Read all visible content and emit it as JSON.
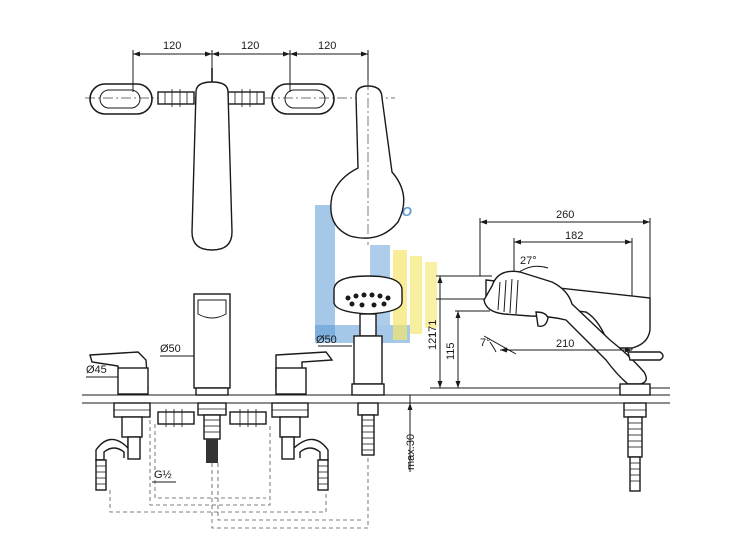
{
  "watermark": {
    "text": "LÀ HÀO",
    "colors": {
      "blue": "#5b9bd5",
      "yellow": "#f5e66a"
    }
  },
  "dimensions": {
    "top_120_a": "120",
    "top_120_b": "120",
    "top_120_c": "120",
    "side_260": "260",
    "side_182": "182",
    "angle_27": "27°",
    "angle_7": "7°",
    "side_210": "210",
    "v_171": "171",
    "v_121": "121",
    "v_115": "115",
    "dia_50_left": "Ø50",
    "dia_50_right": "Ø50",
    "dia_45": "Ø45",
    "thread_g": "G½",
    "max_30": "max.30"
  }
}
